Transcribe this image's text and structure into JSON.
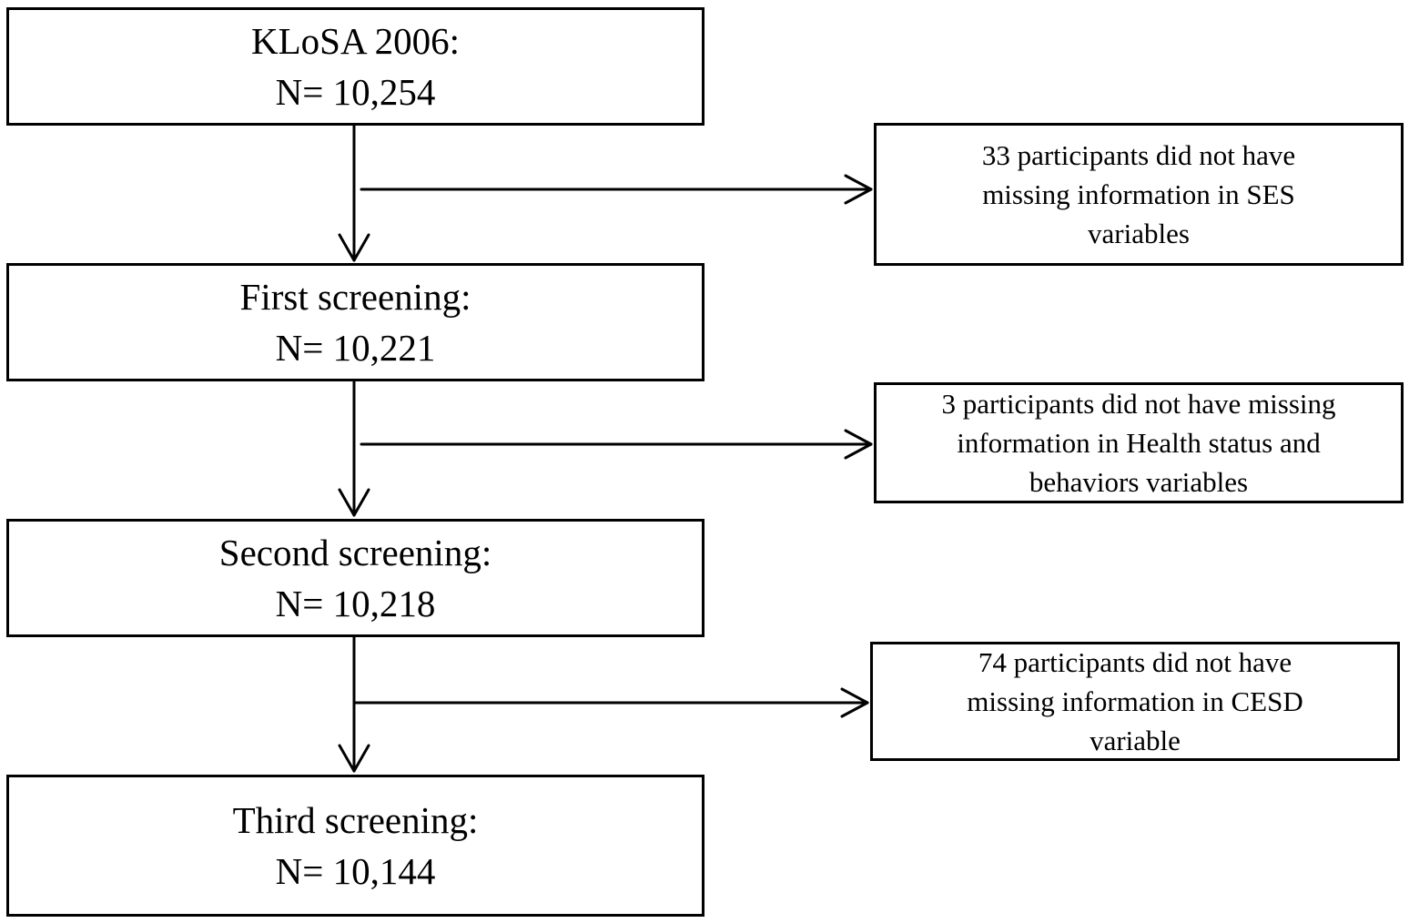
{
  "stages": [
    {
      "title": "KLoSA 2006:",
      "count": "N= 10,254"
    },
    {
      "title": "First screening:",
      "count": "N= 10,221"
    },
    {
      "title": "Second screening:",
      "count": "N= 10,218"
    },
    {
      "title": "Third screening:",
      "count": "N= 10,144"
    }
  ],
  "exclusions": [
    {
      "lines": [
        "33 participants did not have",
        "missing information in SES",
        "variables"
      ]
    },
    {
      "lines": [
        "3 participants did not have  missing",
        "information in Health status and",
        "behaviors variables"
      ]
    },
    {
      "lines": [
        "74 participants did not have",
        "missing information in CESD",
        "variable"
      ]
    }
  ],
  "style": {
    "line_color": "#000000",
    "box_border_color": "#000000",
    "background": "#ffffff"
  }
}
